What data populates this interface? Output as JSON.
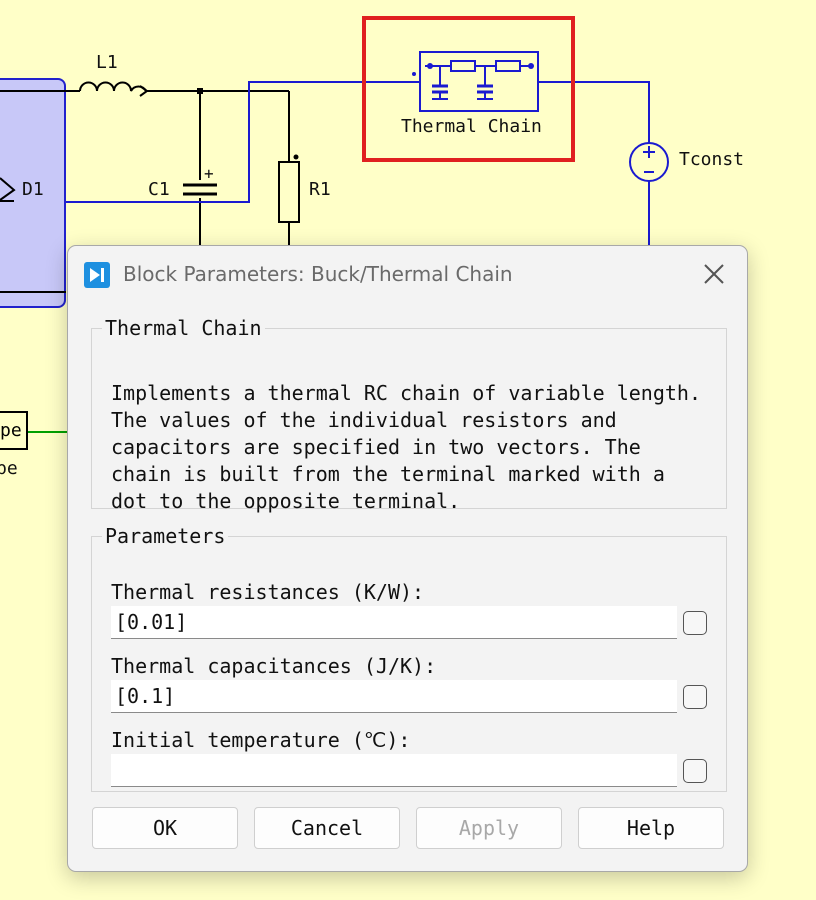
{
  "schematic": {
    "labels": {
      "l1": "L1",
      "c1": "C1",
      "r1": "R1",
      "d1": "D1",
      "thermal_chain": "Thermal Chain",
      "tconst": "Tconst",
      "pe_box": "pe",
      "pe_below": "pe",
      "plus_c1": "+"
    },
    "colors": {
      "background": "#FFFFC8",
      "wire_black": "#000000",
      "wire_blue": "#1A1AD0",
      "wire_green": "#00A000",
      "highlight": "#E02020",
      "diode_fill": "#C8C8F8"
    }
  },
  "dialog": {
    "title": "Block Parameters: Buck/Thermal Chain",
    "close_icon": "close-icon",
    "description_group": {
      "legend": "Thermal Chain",
      "text": "Implements a thermal RC chain of variable length.\nThe values of the individual resistors and\ncapacitors are specified in two vectors. The\nchain is built from the terminal marked with a\ndot to the opposite terminal."
    },
    "parameters_group": {
      "legend": "Parameters",
      "params": [
        {
          "label": "Thermal resistances (K/W):",
          "value": "[0.01]",
          "checked": false
        },
        {
          "label": "Thermal capacitances (J/K):",
          "value": "[0.1]",
          "checked": false
        },
        {
          "label": "Initial temperature (℃):",
          "value": "",
          "checked": false
        }
      ]
    },
    "buttons": {
      "ok": "OK",
      "cancel": "Cancel",
      "apply": "Apply",
      "help": "Help"
    }
  }
}
